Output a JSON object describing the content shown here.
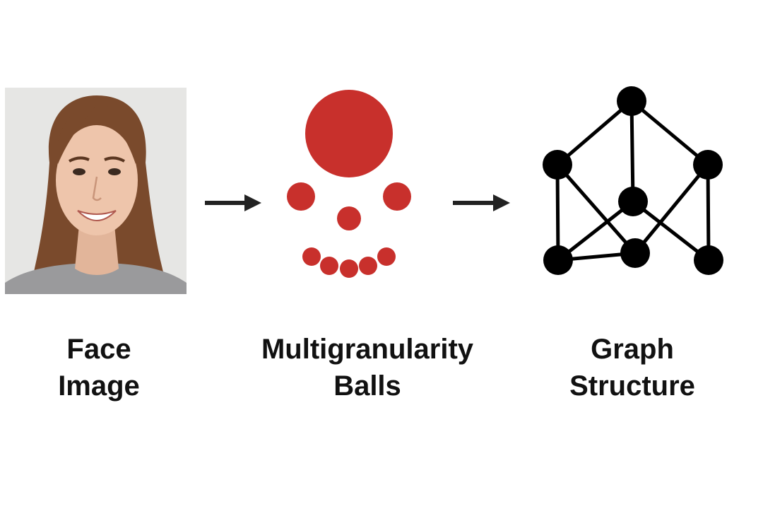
{
  "steps": [
    {
      "line1": "Face",
      "line2": "Image",
      "icon": "face-photo"
    },
    {
      "line1": "Multigranularity",
      "line2": "Balls",
      "icon": "balls-cluster"
    },
    {
      "line1": "Graph",
      "line2": "Structure",
      "icon": "graph-network"
    }
  ],
  "connectors": [
    "arrow-right-icon",
    "arrow-right-icon"
  ],
  "colors": {
    "ball": "#c8302c",
    "node": "#000000",
    "edge": "#000000",
    "arrow": "#222222",
    "text": "#111111",
    "photo_bg": "#e6e6e4",
    "hair": "#7a4a2c",
    "skin": "#eec5ab",
    "shirt": "#9a9a9c"
  }
}
